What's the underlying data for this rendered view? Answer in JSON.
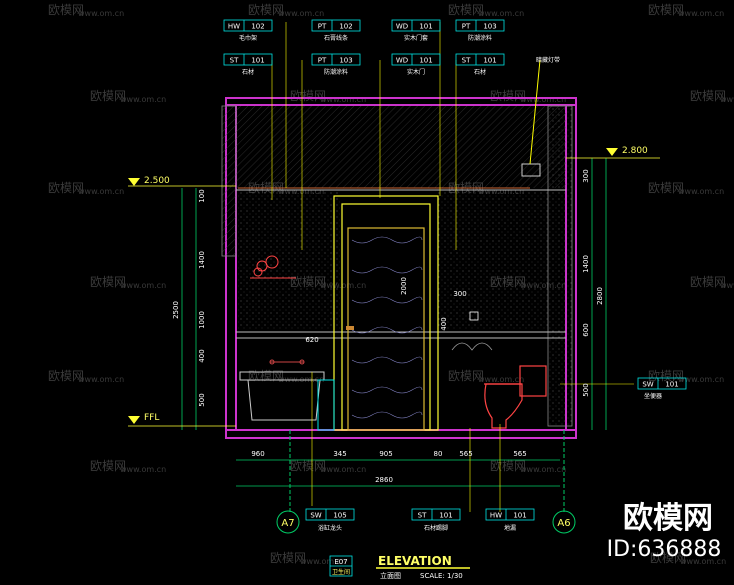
{
  "drawing": {
    "title": "ELEVATION",
    "subtitle": "立面图",
    "scale": "SCALE: 1/30",
    "sheet_code": "E07",
    "sheet_sub": "卫生间",
    "marker_left": "A7",
    "marker_right": "A6"
  },
  "levels": {
    "ceiling_left": "2.500",
    "ceiling_right": "2.800",
    "floor": "FFL"
  },
  "tags": {
    "top_row1": [
      {
        "code": "HW",
        "num": "102",
        "desc": "毛巾架"
      },
      {
        "code": "PT",
        "num": "102",
        "desc": "石膏线条"
      },
      {
        "code": "WD",
        "num": "101",
        "desc": "实木门套"
      },
      {
        "code": "PT",
        "num": "103",
        "desc": "防潮涂料"
      }
    ],
    "top_row2": [
      {
        "code": "ST",
        "num": "101",
        "desc": "石材"
      },
      {
        "code": "PT",
        "num": "103",
        "desc": "防潮涂料"
      },
      {
        "code": "WD",
        "num": "101",
        "desc": "实木门"
      },
      {
        "code": "ST",
        "num": "101",
        "desc": "石材"
      }
    ],
    "light_note": "暗藏灯带",
    "right_tag": {
      "code": "SW",
      "num": "101",
      "desc": "坐便器"
    },
    "bottom": [
      {
        "code": "SW",
        "num": "105",
        "desc": "浴缸龙头"
      },
      {
        "code": "ST",
        "num": "101",
        "desc": "石材踢脚"
      },
      {
        "code": "HW",
        "num": "101",
        "desc": "地漏"
      }
    ]
  },
  "dims": {
    "bottom_row1": [
      "960",
      "345",
      "905",
      "80",
      "565",
      "565"
    ],
    "bottom_total": "2860",
    "left_vertical": [
      "100",
      "1400",
      "1000",
      "400",
      "500"
    ],
    "left_total": "2500",
    "right_vertical": [
      "300",
      "1400",
      "600",
      "500"
    ],
    "right_total": "2800",
    "inner": [
      "620",
      "2000",
      "300",
      "400"
    ]
  },
  "watermarks": {
    "brand": "欧模网",
    "url": "www.om.cn",
    "big_brand": "欧模网",
    "big_id": "ID:636888"
  },
  "colors": {
    "wall": "#cc33cc",
    "dim": "#00cc66",
    "tag": "#00e5e5",
    "door": "#ffff33",
    "fixture": "#ff4444",
    "hatch": "#888888",
    "leader": "#ffff00",
    "text_yellow": "#ffff66"
  }
}
